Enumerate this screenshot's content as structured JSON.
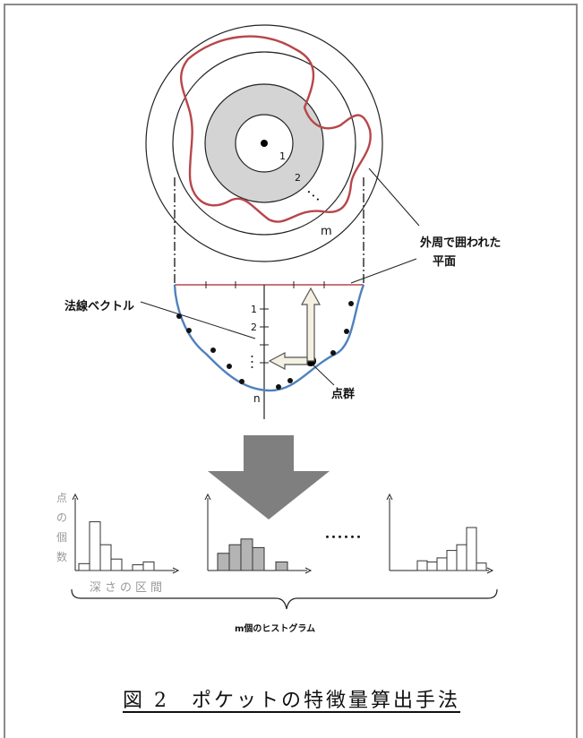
{
  "diagram": {
    "top_view": {
      "ring_labels": [
        "1",
        "2",
        "m"
      ],
      "dots_label": "･･･",
      "outer_plane_label_line1": "外周で囲われた",
      "outer_plane_label_line2": "平面"
    },
    "cross_section": {
      "normal_vector_label": "法線ベクトル",
      "depth_labels": [
        "1",
        "2",
        "n"
      ],
      "point_cloud_label": "点群",
      "dots_label": "･･･"
    },
    "histograms": {
      "y_axis_label": [
        "点",
        "の",
        "個",
        "数"
      ],
      "x_axis_label": "深さの区間",
      "ellipsis": "･･････",
      "group_label": "m個のヒストグラム",
      "hist1": [
        0.12,
        0.85,
        0.45,
        0.2,
        0,
        0.1,
        0.15
      ],
      "hist2": [
        0.3,
        0.45,
        0.55,
        0.4,
        0,
        0.15
      ],
      "hist3": [
        0.17,
        0.15,
        0.22,
        0.35,
        0.45,
        0.75,
        0.13
      ]
    }
  },
  "caption": "図 2　ポケットの特徴量算出手法",
  "colors": {
    "contour": "#b8464a",
    "curve": "#4f81bd",
    "inner_ring_fill": "#d4d4d4",
    "hist2_fill": "#b4b4b4",
    "arrow_big": "#7f7f7f"
  }
}
